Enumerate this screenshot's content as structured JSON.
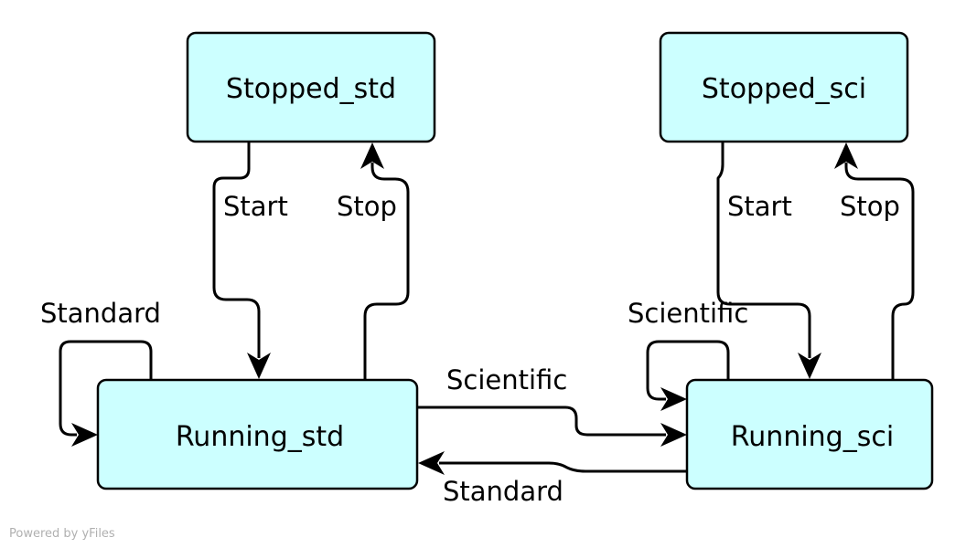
{
  "diagram": {
    "nodes": {
      "stopped_std": "Stopped_std",
      "stopped_sci": "Stopped_sci",
      "running_std": "Running_std",
      "running_sci": "Running_sci"
    },
    "edges": {
      "std_start": "Start",
      "std_stop": "Stop",
      "sci_start": "Start",
      "sci_stop": "Stop",
      "std_self_loop": "Standard",
      "sci_self_loop": "Scientific",
      "std_to_sci": "Scientific",
      "sci_to_std": "Standard"
    },
    "node_fill": "#ccffff",
    "stroke_color": "#000000"
  },
  "watermark": "Powered by yFiles"
}
